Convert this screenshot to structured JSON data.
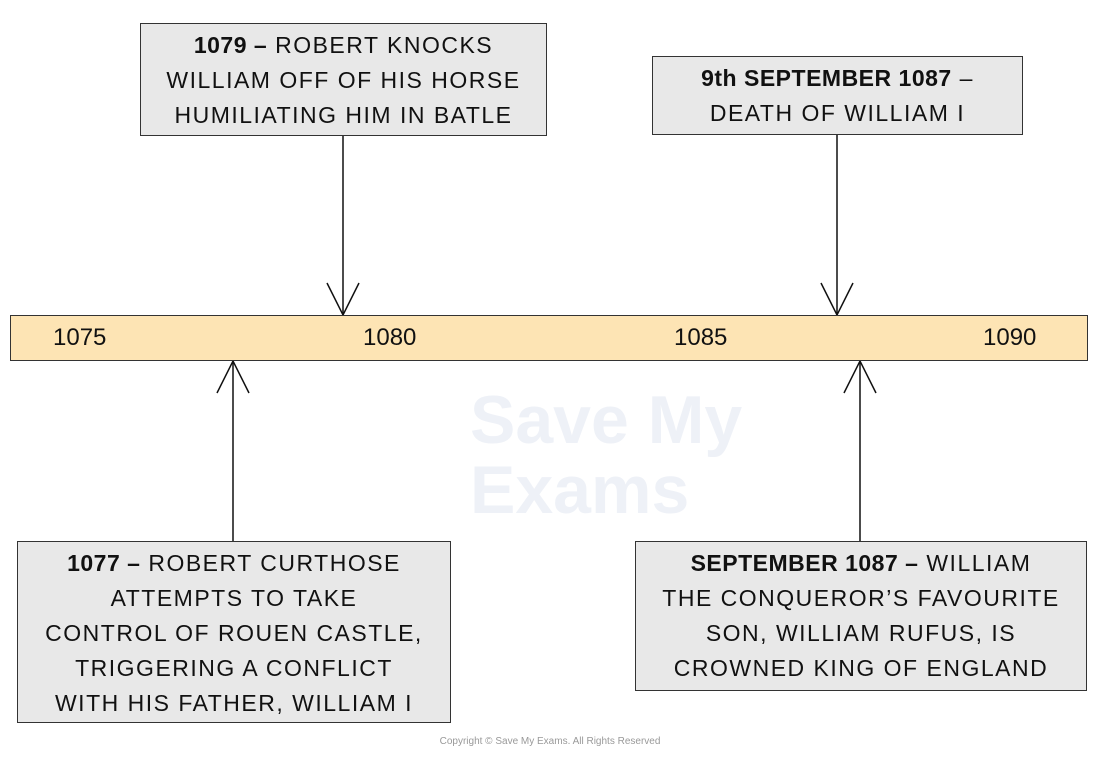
{
  "timeline": {
    "years": [
      "1075",
      "1080",
      "1085",
      "1090"
    ],
    "bar_color": "#fde4b4",
    "box_color": "#e8e8e8"
  },
  "events": [
    {
      "bold": "1079 –",
      "first": " ROBERT KNOCKS",
      "lines": [
        "WILLIAM OFF OF HIS HORSE",
        "HUMILIATING HIM IN BATLE"
      ]
    },
    {
      "bold": "9th SEPTEMBER 1087",
      "first": " –",
      "lines": [
        "DEATH OF WILLIAM I"
      ]
    },
    {
      "bold": "1077 –",
      "first": " ROBERT CURTHOSE",
      "lines": [
        "ATTEMPTS TO TAKE",
        "CONTROL OF ROUEN CASTLE,",
        "TRIGGERING A CONFLICT",
        "WITH HIS FATHER, WILLIAM I"
      ]
    },
    {
      "bold": "SEPTEMBER 1087 –",
      "first": " WILLIAM",
      "lines": [
        "THE CONQUEROR’S FAVOURITE",
        "SON, WILLIAM RUFUS, IS",
        "CROWNED KING OF ENGLAND"
      ]
    }
  ],
  "watermark": [
    "Save My",
    "Exams"
  ],
  "copyright": "Copyright © Save My Exams. All Rights Reserved"
}
